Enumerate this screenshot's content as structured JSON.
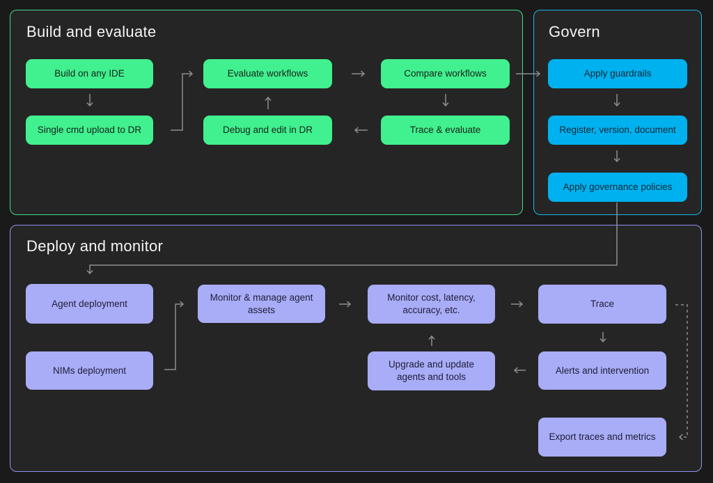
{
  "colors": {
    "canvas_bg": "#1a1a1a",
    "panel_bg": "#252525",
    "green_fill": "#41f08e",
    "green_border": "#3edc86",
    "cyan_fill": "#00b1ef",
    "cyan_border": "#1ab4ea",
    "purple_fill": "#a9acf6",
    "purple_border": "#8f93f0",
    "connector": "#8f8f8f",
    "title_text": "#f4f4f4"
  },
  "panels": {
    "build": {
      "title": "Build and evaluate",
      "nodes": {
        "build_ide": "Build on any IDE",
        "single_cmd": "Single cmd upload to DR",
        "evaluate": "Evaluate workflows",
        "debug": "Debug and edit in DR",
        "compare": "Compare workflows",
        "trace_eval": "Trace & evaluate"
      }
    },
    "govern": {
      "title": "Govern",
      "nodes": {
        "guardrails": "Apply guardrails",
        "register": "Register, version, document",
        "policies": "Apply governance policies"
      }
    },
    "deploy": {
      "title": "Deploy and monitor",
      "nodes": {
        "agent_deployment": "Agent deployment",
        "nims_deployment": "NIMs deployment",
        "monitor_manage": "Monitor & manage agent assets",
        "monitor_cost": "Monitor cost, latency, accuracy, etc.",
        "upgrade": "Upgrade and update agents and tools",
        "trace": "Trace",
        "alerts": "Alerts and intervention",
        "export": "Export traces and metrics"
      }
    }
  }
}
